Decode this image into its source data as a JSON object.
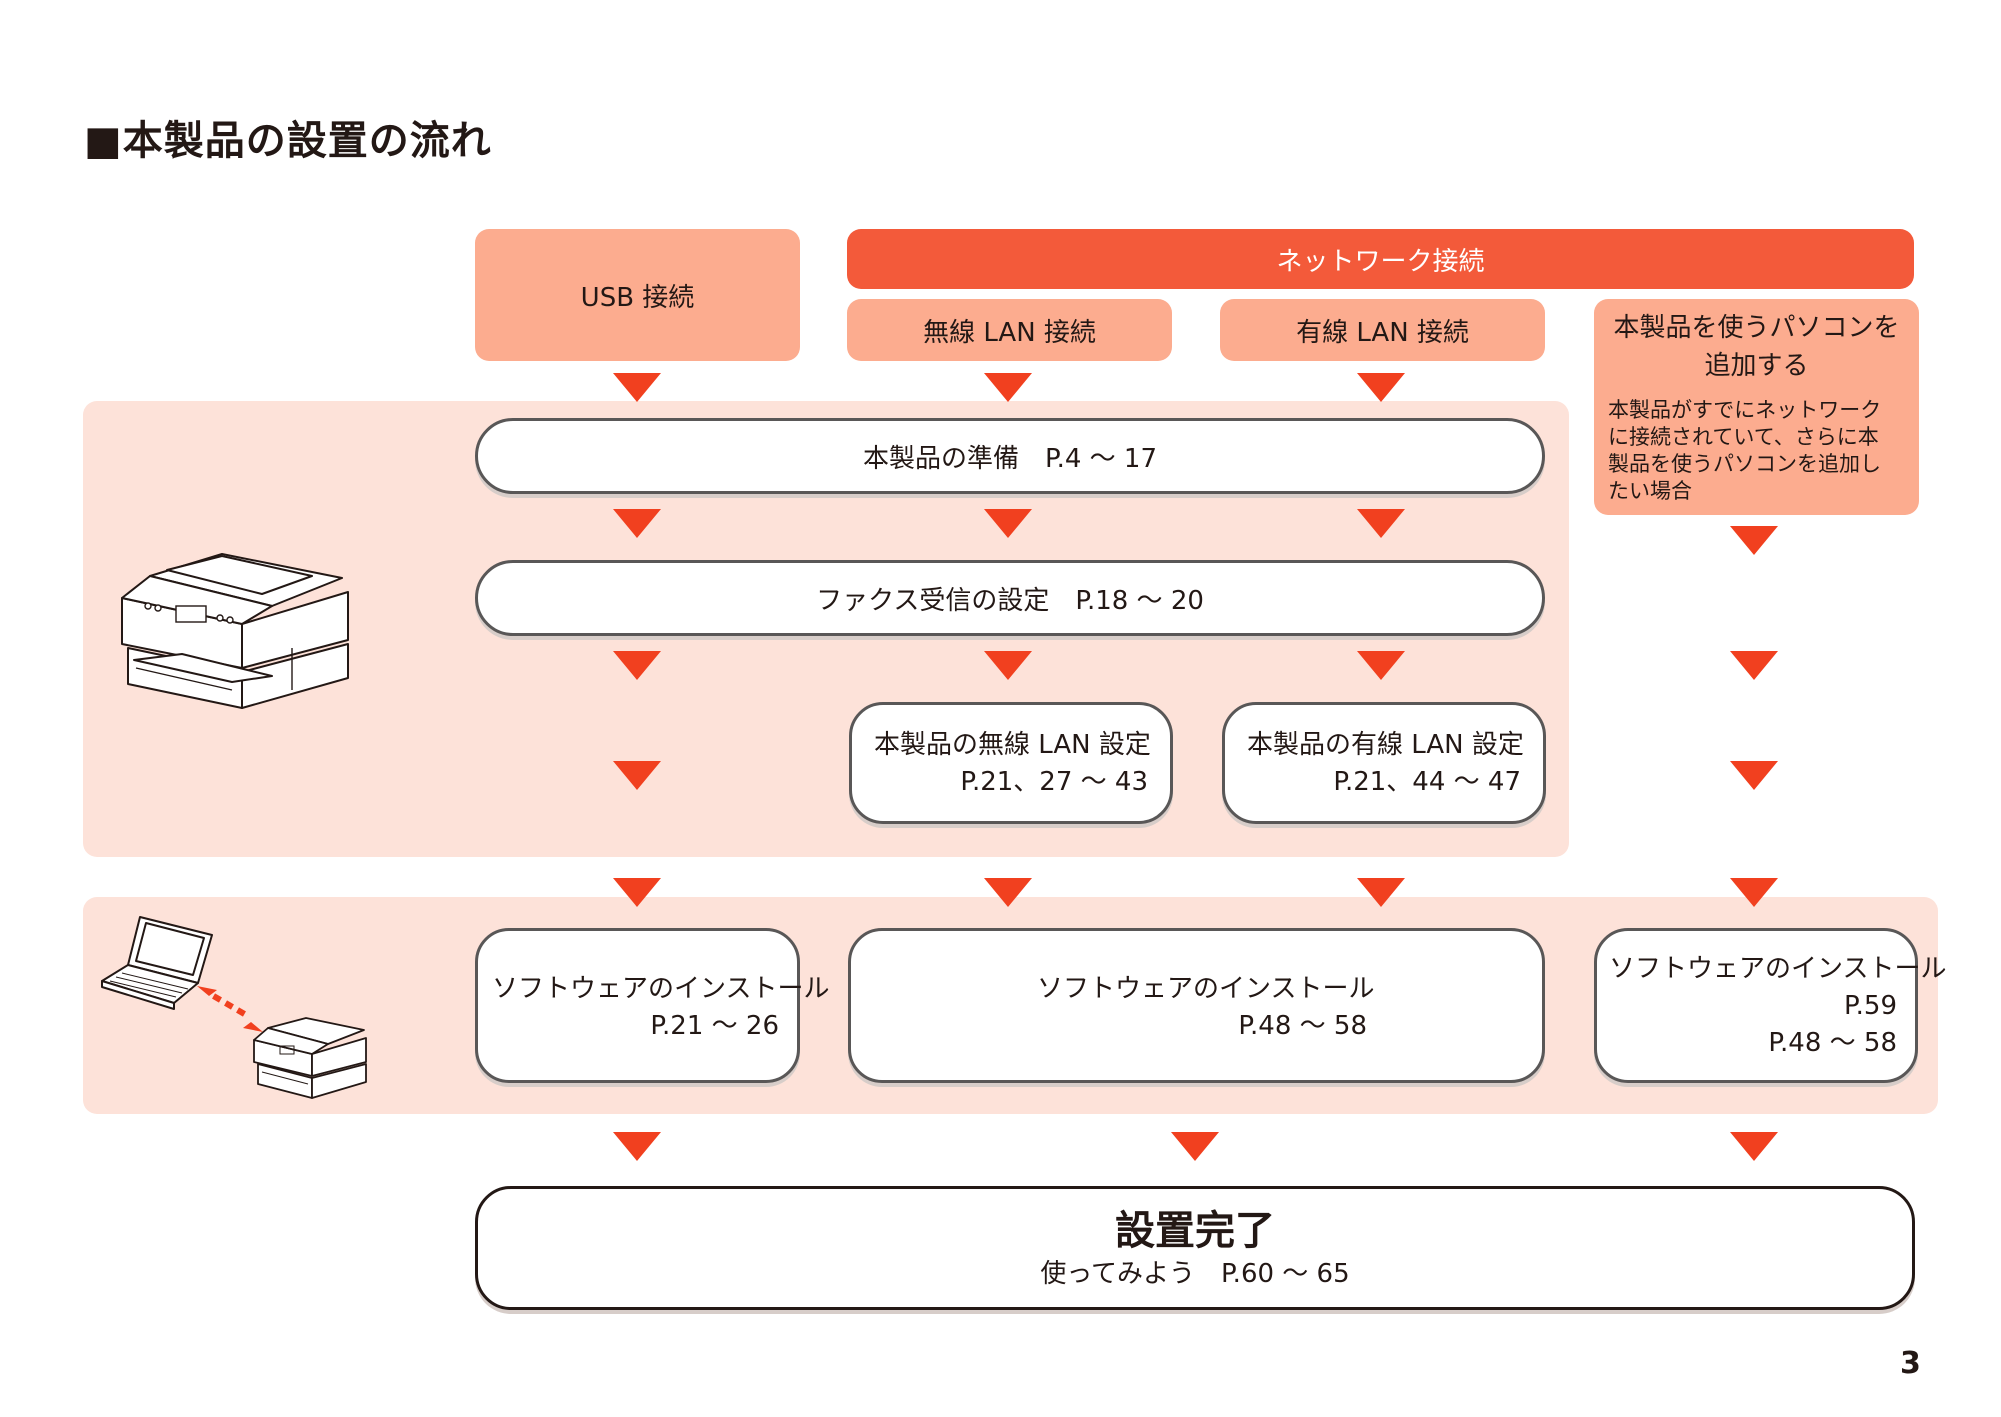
{
  "page": {
    "title": "■本製品の設置の流れ",
    "page_number": "3"
  },
  "headers": {
    "usb": "USB 接続",
    "network": "ネットワーク接続",
    "wireless": "無線 LAN 接続",
    "wired": "有線 LAN 接続",
    "add_pc_title_1": "本製品を使うパソコンを",
    "add_pc_title_2": "追加する",
    "add_pc_desc_1": "本製品がすでにネットワーク",
    "add_pc_desc_2": "に接続されていて、さらに本",
    "add_pc_desc_3": "製品を使うパソコンを追加し",
    "add_pc_desc_4": "たい場合"
  },
  "steps": {
    "prepare": "本製品の準備　P.4 ～ 17",
    "fax": "ファクス受信の設定　P.18 ～ 20",
    "wireless_setup_1": "本製品の無線 LAN 設定",
    "wireless_setup_2": "P.21、27 ～ 43",
    "wired_setup_1": "本製品の有線 LAN 設定",
    "wired_setup_2": "P.21、44 ～ 47",
    "install_usb_1": "ソフトウェアのインストール",
    "install_usb_2": "P.21 ～ 26",
    "install_net_1": "ソフトウェアのインストール",
    "install_net_2": "P.48 ～ 58",
    "install_add_1": "ソフトウェアのインストール",
    "install_add_2": "P.59",
    "install_add_3": "P.48 ～ 58"
  },
  "final": {
    "title": "設置完了",
    "subtitle": "使ってみよう　P.60 ～ 65"
  },
  "colors": {
    "band": "#fde2d9",
    "header_light": "#fcac8f",
    "header_dark": "#f35a3a",
    "arrow": "#f1401f"
  },
  "icons": {
    "printer_top": "printer-illustration",
    "laptop": "laptop-illustration",
    "connection": "double-arrow-icon",
    "printer_bottom": "printer-small-illustration"
  }
}
